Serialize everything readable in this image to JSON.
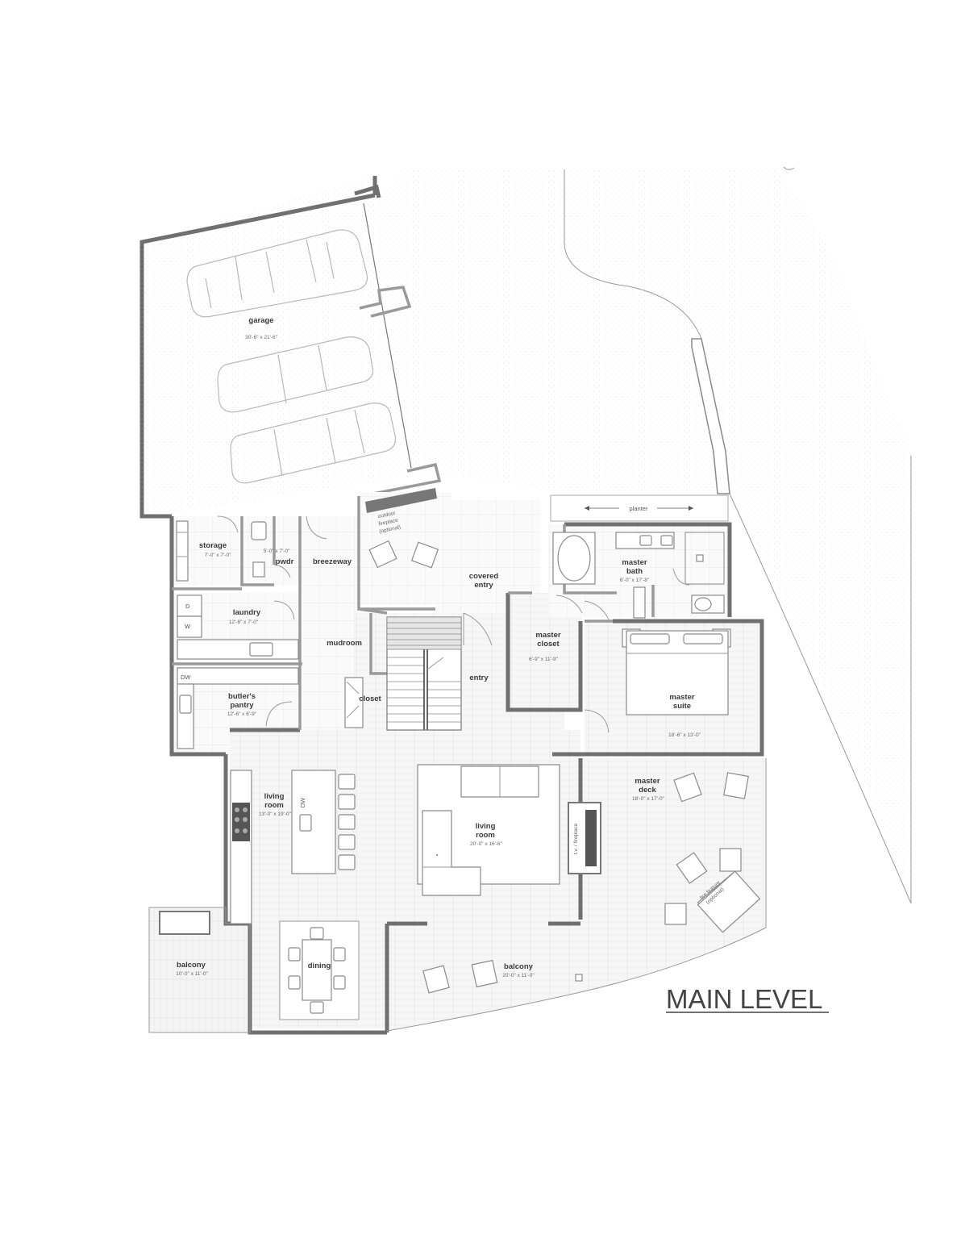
{
  "title": "MAIN LEVEL",
  "labels": {
    "garage": "garage",
    "garage_dim": "30'-6\" x 21'-6\"",
    "storage": "storage",
    "storage_dim": "7'-0\" x 7'-0\"",
    "pwdr": "pwdr",
    "pwdr_dim": "5'-0\" x 7'-0\"",
    "breezeway": "breezeway",
    "outdoor_fireplace": [
      "outdoor",
      "fireplace",
      "(optional)"
    ],
    "covered_entry": [
      "covered",
      "entry"
    ],
    "planter": "planter",
    "master_bath": [
      "master",
      "bath"
    ],
    "master_bath_dim": "6'-0\" x 17'-8\"",
    "laundry": "laundry",
    "laundry_dim": "12'-6\" x 7'-0\"",
    "dryer": "D",
    "washer": "W",
    "mudroom": "mudroom",
    "master_closet": [
      "master",
      "closet"
    ],
    "master_closet_dim": "6'-9\" x 11'-9\"",
    "entry": "entry",
    "closet": "closet",
    "butlers_pantry": [
      "butler's",
      "pantry"
    ],
    "butlers_pantry_dim": "12'-6\" x 6'-9\"",
    "pantry_dw": "DW",
    "master_suite": [
      "master",
      "suite"
    ],
    "master_suite_dim": "18'-6\" x 13'-0\"",
    "kitchen": [
      "living",
      "room"
    ],
    "kitchen_dim": "13'-0\" x 19'-0\"",
    "island_dw": "DW",
    "living_room": [
      "living",
      "room"
    ],
    "living_room_dim": "20'-0\" x 16'-6\"",
    "tv_fireplace": "t.v. / fireplace",
    "master_deck": [
      "master",
      "deck"
    ],
    "master_deck_dim": "18'-0\" x 17'-0\"",
    "fire_feature": [
      "fire feature",
      "(optional)"
    ],
    "dining": "dining",
    "balcony_left": "balcony",
    "balcony_left_dim": "10'-0\" x 11'-0\"",
    "balcony_right": "balcony",
    "balcony_right_dim": "20'-0\" x 11'-0\""
  },
  "colors": {
    "wall": "#707070",
    "floor_hatch": "#f2f2f2",
    "site_stipple": "#ebebeb",
    "text": "#3a3a3a"
  }
}
